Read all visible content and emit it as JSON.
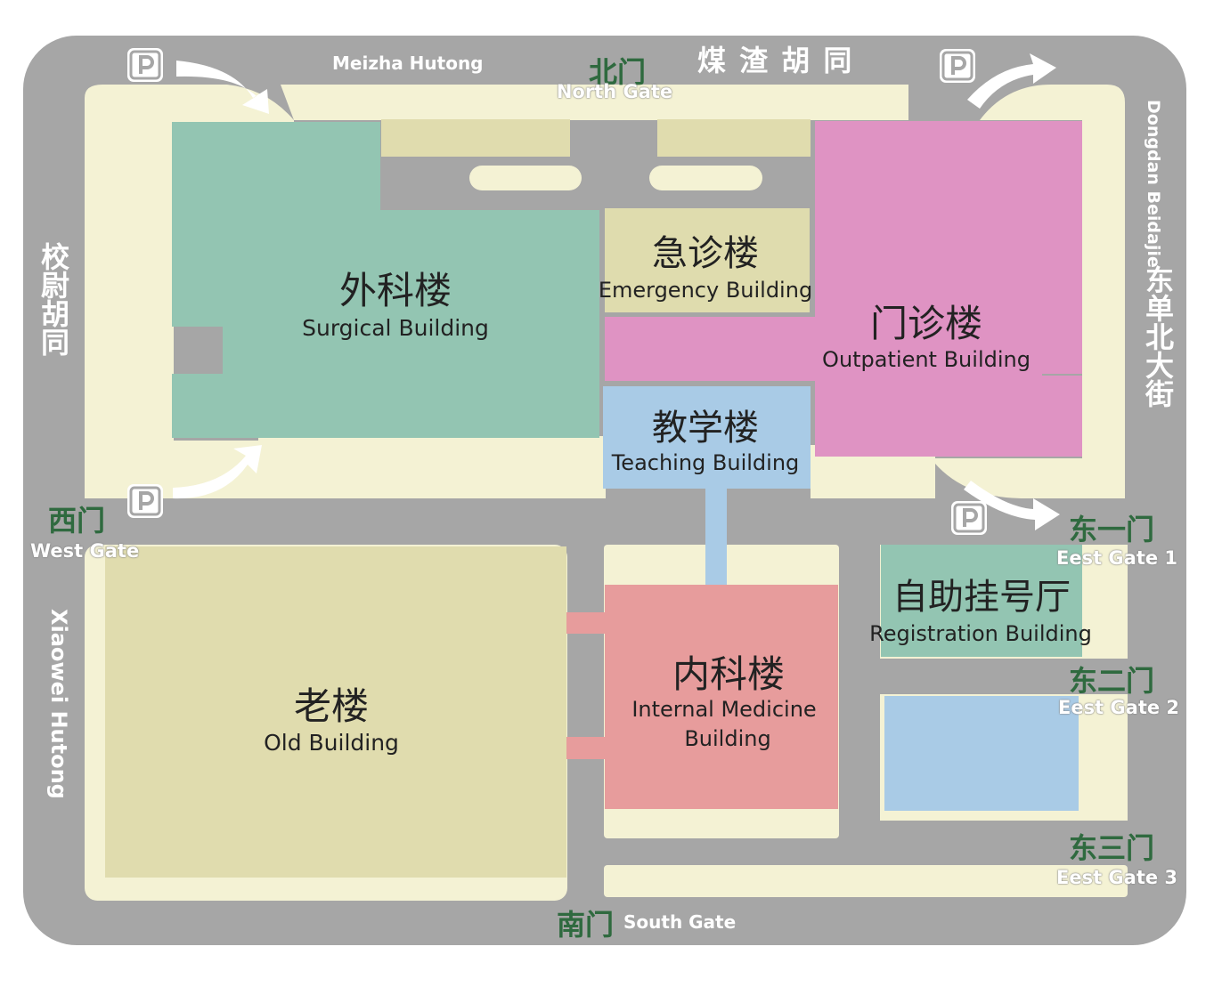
{
  "colors": {
    "road": "#a6a6a6",
    "ground": "#f4f2d4",
    "surgical": "#93c5b2",
    "emergency": "#dfdcae",
    "outpatient": "#df93c3",
    "teaching": "#a9cbe6",
    "internal": "#e79c9c",
    "old": "#e0dcae",
    "registration": "#93c5b2",
    "gate_text": "#2f6a3f",
    "street_text": "#ffffff"
  },
  "buildings": {
    "surgical": {
      "zh": "外科楼",
      "en": "Surgical Building"
    },
    "emergency": {
      "zh": "急诊楼",
      "en": "Emergency Building"
    },
    "outpatient": {
      "zh": "门诊楼",
      "en": "Outpatient Building"
    },
    "teaching": {
      "zh": "教学楼",
      "en": "Teaching Building"
    },
    "internal": {
      "zh": "内科楼",
      "en_line1": "Internal Medicine",
      "en_line2": "Building"
    },
    "old": {
      "zh": "老楼",
      "en": "Old Building"
    },
    "registration": {
      "zh": "自助挂号厅",
      "en": "Registration Building"
    }
  },
  "gates": {
    "north": {
      "zh": "北门",
      "en": "North Gate"
    },
    "west": {
      "zh": "西门",
      "en": "West Gate"
    },
    "south": {
      "zh": "南门",
      "en": "South Gate"
    },
    "east1": {
      "zh": "东一门",
      "en": "Eest Gate 1"
    },
    "east2": {
      "zh": "东二门",
      "en": "Eest Gate 2"
    },
    "east3": {
      "zh": "东三门",
      "en": "Eest Gate 3"
    }
  },
  "streets": {
    "north": {
      "en": "Meizha Hutong",
      "zh": "煤 渣 胡 同"
    },
    "east": {
      "en": "Dongdan Beidajie",
      "zh": "东单北大街"
    },
    "west_zh": "校尉胡同",
    "west_en": "Xiaowei Hutong"
  },
  "parking": {
    "label": "P"
  },
  "icons": [
    "parking-icon",
    "arrow-icon"
  ]
}
